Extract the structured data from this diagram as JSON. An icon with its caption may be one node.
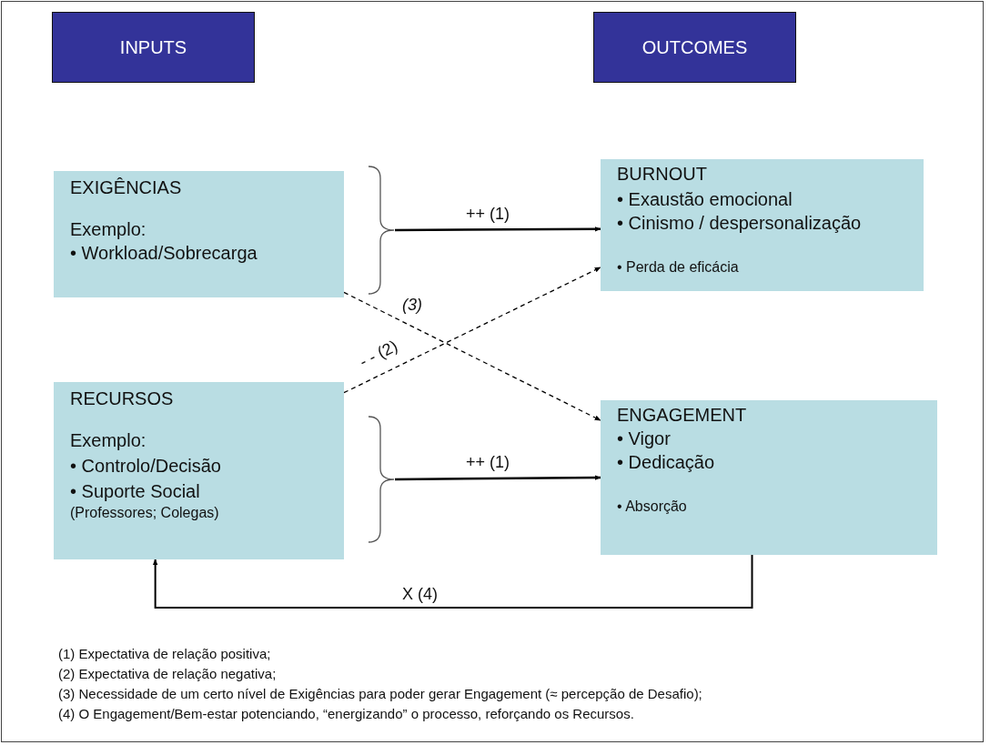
{
  "diagram": {
    "nodes": [
      {
        "text": [
          "INPUTS"
        ]
      },
      {
        "text": [
          "OUTCOMES"
        ]
      },
      {
        "text": [
          "EXIGÊNCIAS",
          "Exemplo:",
          "• Workload/Sobrecarga"
        ]
      },
      {
        "text": [
          "BURNOUT",
          "• Exaustão emocional",
          "• Cinismo / despersonalização",
          "• Perda de eficácia"
        ]
      },
      {
        "text": [
          "RECURSOS",
          "Exemplo:",
          "• Controlo/Decisão",
          "• Suporte Social",
          "(Professores; Colegas)"
        ]
      },
      {
        "text": [
          "ENGAGEMENT",
          "• Vigor",
          "• Dedicação",
          "• Absorção"
        ]
      },
      {
        "text": [],
        "shape": "brace"
      },
      {
        "text": [],
        "shape": "brace"
      }
    ],
    "edges": [
      {
        "from": 6,
        "to": 3,
        "arrow": "to",
        "label": "++ (1)"
      },
      {
        "from": 4,
        "to": 3,
        "arrow": "to",
        "label": "- - (2)",
        "style": "dashed"
      },
      {
        "from": 2,
        "to": 5,
        "arrow": "to",
        "label": "(3)",
        "style": "dashed"
      },
      {
        "from": 7,
        "to": 5,
        "arrow": "to",
        "label": "++ (1)"
      },
      {
        "from": 5,
        "to": 4,
        "arrow": "to",
        "label": "X (4)"
      }
    ],
    "labels": [
      "(1) Expectativa de relação positiva;",
      "(2) Expectativa de relação negativa;",
      "(3) Necessidade de um certo nível de  Exigências para poder gerar Engagement (≈ percepção de Desafio);",
      "(4) O Engagement/Bem-estar potenciando, “energizando” o processo, reforçando os Recursos."
    ]
  }
}
